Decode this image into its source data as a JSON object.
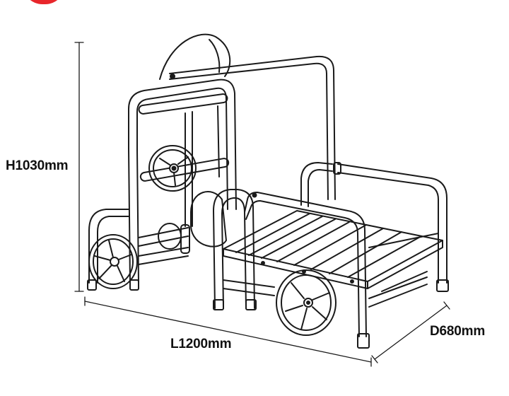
{
  "dimensions": {
    "height": "H1030mm",
    "length": "L1200mm",
    "depth": "D680mm"
  },
  "colors": {
    "line": "#1a1a1a",
    "badge": "#e8262b",
    "background": "#ffffff"
  }
}
